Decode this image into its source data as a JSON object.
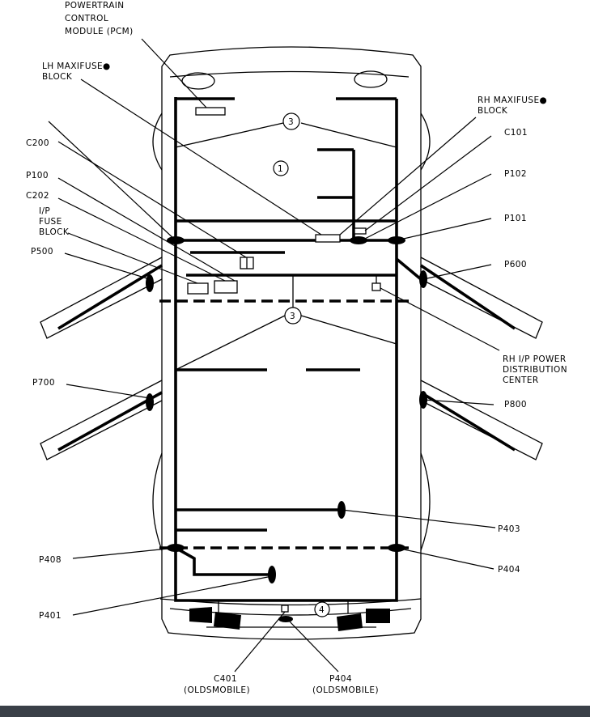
{
  "labels": {
    "pcm_line1": "POWERTRAIN",
    "pcm_line2": "CONTROL",
    "pcm_line3": "MODULE (PCM)",
    "lh_maxifuse_line1": "LH MAXIFUSE●",
    "lh_maxifuse_line2": "BLOCK",
    "rh_maxifuse_line1": "RH MAXIFUSE●",
    "rh_maxifuse_line2": "BLOCK",
    "c200": "C200",
    "c101": "C101",
    "p100": "P100",
    "p102": "P102",
    "c202": "C202",
    "ip_fuse_line1": "I/P",
    "ip_fuse_line2": "FUSE",
    "ip_fuse_line3": "BLOCK",
    "p101": "P101",
    "p500": "P500",
    "p600": "P600",
    "rh_ip_line1": "RH I/P POWER",
    "rh_ip_line2": "DISTRIBUTION",
    "rh_ip_line3": "CENTER",
    "p700": "P700",
    "p800": "P800",
    "p403": "P403",
    "p408": "P408",
    "p404": "P404",
    "p401": "P401",
    "c401_line1": "C401",
    "c401_line2": "(OLDSMOBILE)",
    "p404_olds_line1": "P404",
    "p404_olds_line2": "(OLDSMOBILE)"
  },
  "callouts": {
    "one": "1",
    "three": "3",
    "three_b": "3",
    "four": "4"
  }
}
